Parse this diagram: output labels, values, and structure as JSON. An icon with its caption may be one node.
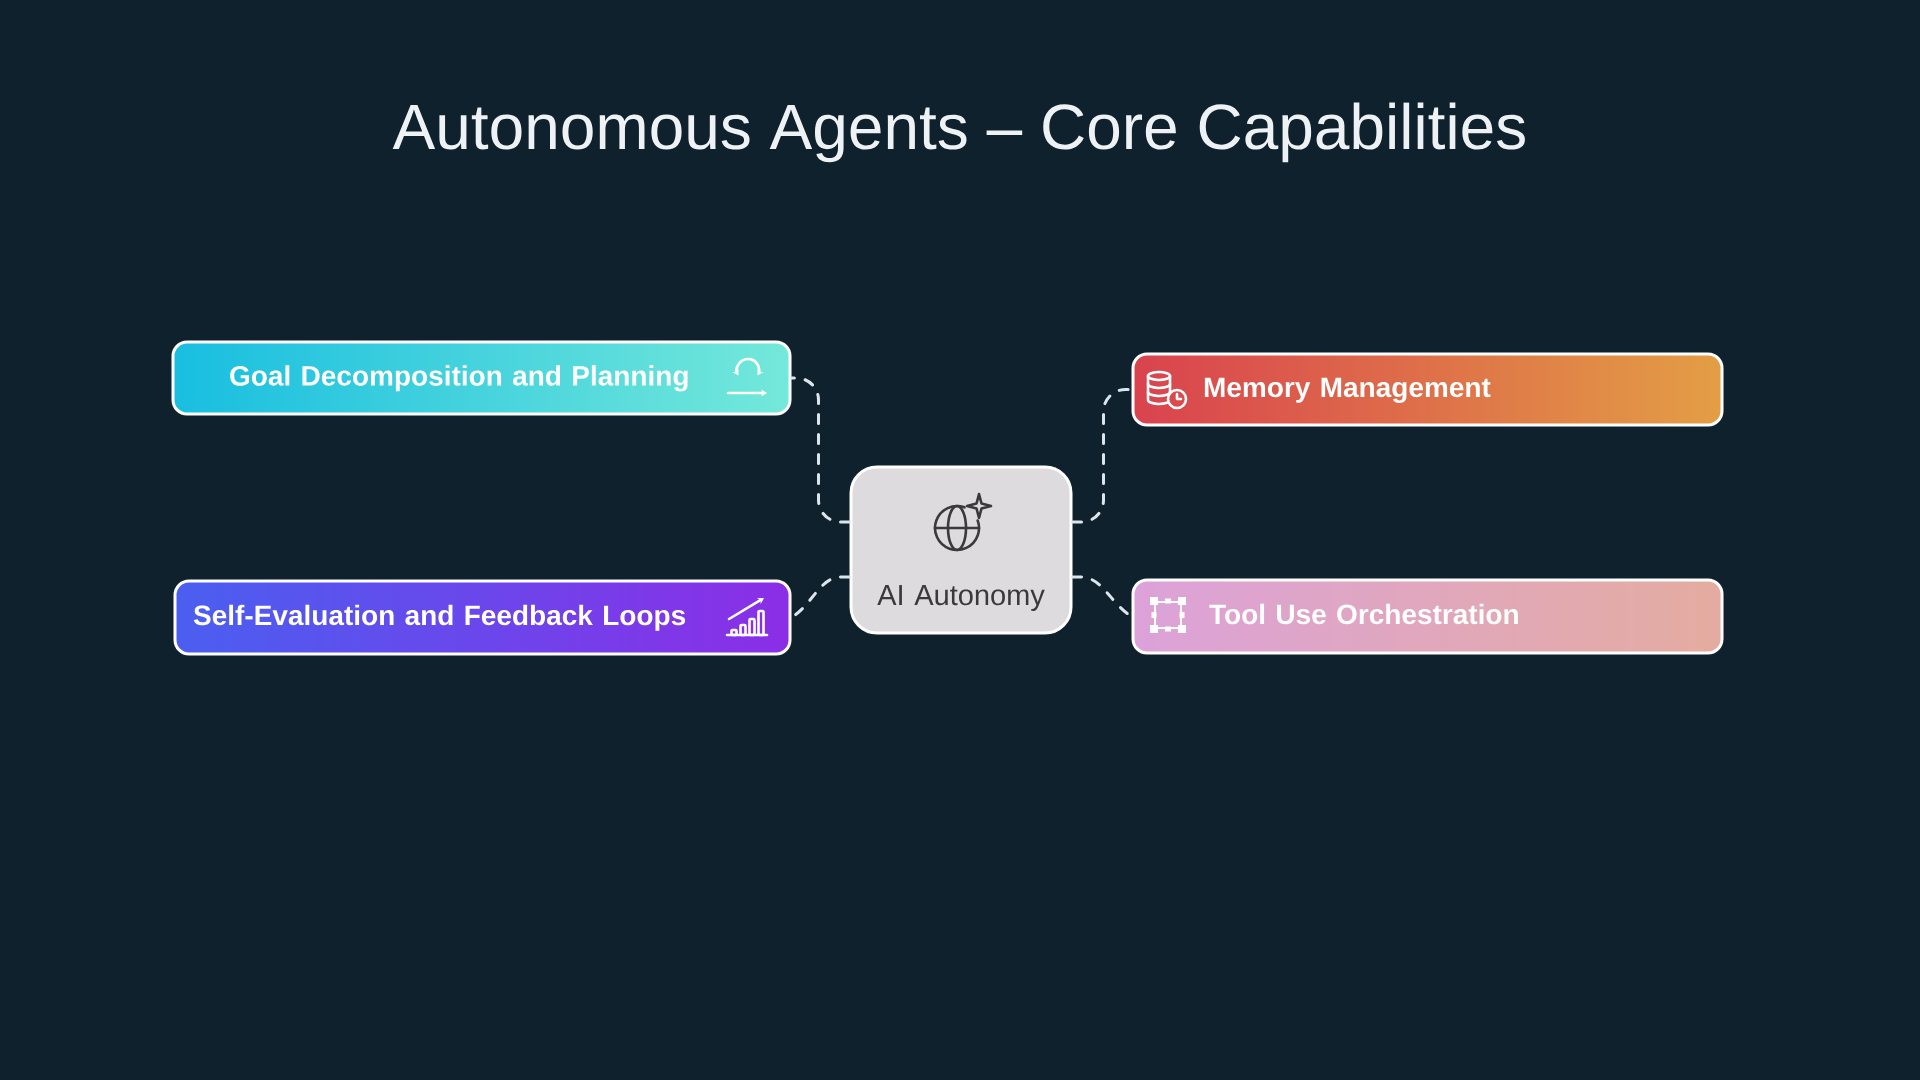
{
  "diagram": {
    "title": "Autonomous Agents – Core Capabilities",
    "nodes": [
      {
        "text": [
          "Goal Decomposition and Planning"
        ]
      },
      {
        "text": [
          "Memory Management"
        ]
      },
      {
        "text": [
          "AI Autonomy"
        ]
      },
      {
        "text": [
          "Self-Evaluation and Feedback Loops"
        ]
      },
      {
        "text": [
          "Tool Use Orchestration"
        ]
      }
    ],
    "edges": [
      {
        "from": 2,
        "to": 0,
        "arrow": "none",
        "style": "dashed"
      },
      {
        "from": 2,
        "to": 1,
        "arrow": "none",
        "style": "dashed"
      },
      {
        "from": 2,
        "to": 3,
        "arrow": "none",
        "style": "dashed"
      },
      {
        "from": 2,
        "to": 4,
        "arrow": "none",
        "style": "dashed"
      }
    ]
  }
}
